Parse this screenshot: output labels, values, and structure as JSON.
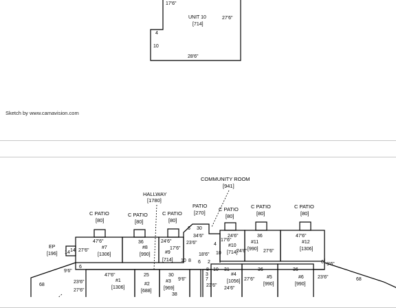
{
  "top_sketch": {
    "dimension_top_left": "17'6\"",
    "unit_name": "UNIT 10",
    "unit_area": "[714]",
    "dimension_right": "27'6\"",
    "dimension_left_upper": "4",
    "dimension_left_lower": "10",
    "dimension_bottom": "28'6\""
  },
  "credit_text": "Sketch by www.camavision.com",
  "bottom_sketch": {
    "community_room": {
      "name": "COMMUNITY ROOM",
      "area": "[941]"
    },
    "hallway": {
      "name": "HALLWAY",
      "area": "[1780]"
    },
    "patios": [
      {
        "name": "C PATIO",
        "area": "[80]"
      },
      {
        "name": "C PATIO",
        "area": "[80]"
      },
      {
        "name": "C PATIO",
        "area": "[80]"
      },
      {
        "name": "PATIO",
        "area": "[270]"
      },
      {
        "name": "C PATIO",
        "area": "[80]"
      },
      {
        "name": "C PATIO",
        "area": "[80]"
      },
      {
        "name": "C PATIO",
        "area": "[80]"
      }
    ],
    "ep": {
      "name": "EP",
      "area": "[196]",
      "dim_a": "14",
      "dim_b": "14"
    },
    "units": [
      {
        "label": "#7",
        "area": "[1306]",
        "width": "47'6\"",
        "depth": "27'6\""
      },
      {
        "label": "#8",
        "area": "[990]",
        "width": "36"
      },
      {
        "label": "#9",
        "area": "[714]",
        "width": "24'6\"",
        "depth": "17'6\""
      },
      {
        "label": "#10",
        "area": "[714]",
        "width": "24'6\"",
        "depth": "17'6\"",
        "bottom": "18'6\""
      },
      {
        "label": "#11",
        "area": "[990]",
        "width": "36",
        "depth": "27'6\""
      },
      {
        "label": "#12",
        "area": "[1306]",
        "width": "47'6\""
      },
      {
        "label": "#1",
        "area": "[1306]",
        "width": "47'6\"",
        "depth": "23'6\""
      },
      {
        "label": "#2",
        "area": "[688]",
        "width": "25"
      },
      {
        "label": "#3",
        "area": "[969]",
        "width": "30",
        "depth": "38",
        "side": "9'6\""
      },
      {
        "label": "#4",
        "area": "[1056]",
        "width": "31",
        "depth": "24'6\""
      },
      {
        "label": "#5",
        "area": "[990]",
        "width": "36",
        "depth": "27'6\""
      },
      {
        "label": "#6",
        "area": "[990]",
        "width": "36",
        "depth": "23'6\""
      }
    ],
    "misc_dims": {
      "six_a": "6",
      "six_b": "6",
      "six_c": "6",
      "six_d": "6",
      "nine_six_a": "9'6\"",
      "nine_six_b": "9'6\"",
      "sixty_eight_a": "68",
      "sixty_eight_b": "68",
      "thirty_four": "34'6\"",
      "twenty_three_six_a": "23'6\"",
      "twenty_three_six_b": "23'6\"",
      "thirty": "30",
      "four": "4",
      "ten_a": "10",
      "ten_b": "10",
      "ten_c": "10",
      "eight_a": "8",
      "eight_b": "8",
      "seven": "7",
      "three": "3",
      "two": "2",
      "twenty_seven_six": "27'6\"",
      "twenty_four_six": "24'6\""
    }
  }
}
